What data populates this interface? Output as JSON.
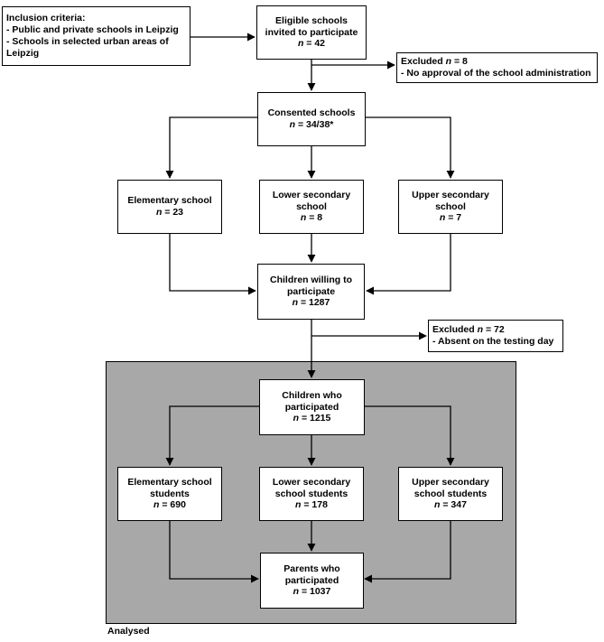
{
  "colors": {
    "analysed_region": "#a8a8a8",
    "box_fill": "#ffffff",
    "line": "#000000"
  },
  "inclusion": {
    "title": "Inclusion criteria:",
    "line1": "- Public and private schools in Leipzig",
    "line2": "- Schools in selected urban areas of",
    "line3": "Leipzig"
  },
  "eligible": {
    "line1": "Eligible schools",
    "line2": "invited to participate",
    "n": "= 42"
  },
  "excluded_schools": {
    "label": "Excluded",
    "n": "= 8",
    "reason": "- No approval of the school administration"
  },
  "consented": {
    "line1": "Consented schools",
    "n": "= 34/38*"
  },
  "elementary_school": {
    "line1": "Elementary school",
    "n": "= 23"
  },
  "lower_secondary_school": {
    "line1": "Lower secondary",
    "line2": "school",
    "n": "= 8"
  },
  "upper_secondary_school": {
    "line1": "Upper secondary",
    "line2": "school",
    "n": "= 7"
  },
  "willing": {
    "line1": "Children willing to",
    "line2": "participate",
    "n": "= 1287"
  },
  "excluded_children": {
    "label": "Excluded",
    "n": "= 72",
    "reason": "- Absent on the testing day"
  },
  "children_participated": {
    "line1": "Children who",
    "line2": "participated",
    "n": "= 1215"
  },
  "elementary_students": {
    "line1": "Elementary school",
    "line2": "students",
    "n": "= 690"
  },
  "lower_students": {
    "line1": "Lower secondary",
    "line2": "school students",
    "n": "= 178"
  },
  "upper_students": {
    "line1": "Upper secondary",
    "line2": "school students",
    "n": "= 347"
  },
  "parents": {
    "line1": "Parents who",
    "line2": "participated",
    "n": "= 1037"
  },
  "n_symbol": "n",
  "analysed_label": "Analysed"
}
